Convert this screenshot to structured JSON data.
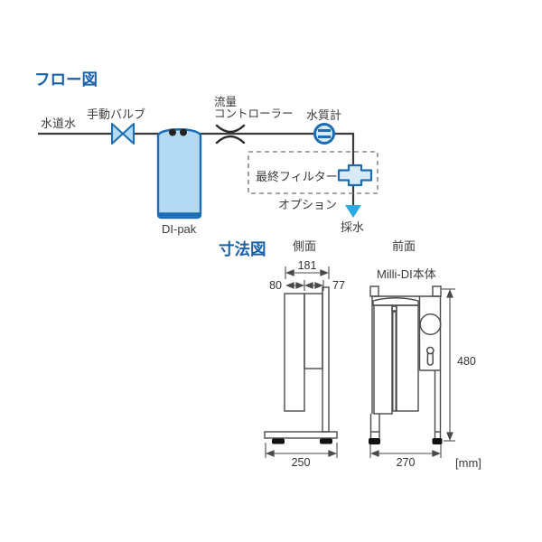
{
  "colors": {
    "heading_blue": "#1961ac",
    "outline_blue": "#1b6cb5",
    "fill_light_blue": "#b4d9f2",
    "fill_pale_blue": "#d6eaf8",
    "arrow_cyan": "#29aae1",
    "line_dark": "#3b3b3b",
    "dashed_gray": "#8a8a8a"
  },
  "flow": {
    "title": "フロー図",
    "tap_water": "水道水",
    "manual_valve": "手動バルブ",
    "flow_controller_line1": "流量",
    "flow_controller_line2": "コントローラー",
    "water_quality_meter": "水質計",
    "final_filter": "最終フィルター",
    "option": "オプション",
    "sampling": "採水",
    "di_pak": "DI-pak"
  },
  "dim": {
    "title": "寸法図",
    "side_view": "側面",
    "front_view": "前面",
    "body_label": "Milli-DI本体",
    "total_depth": "181",
    "pak_depth": "80",
    "bracket_depth": "77",
    "height": "480",
    "side_base_width": "250",
    "front_base_width": "270",
    "unit": "[mm]"
  }
}
